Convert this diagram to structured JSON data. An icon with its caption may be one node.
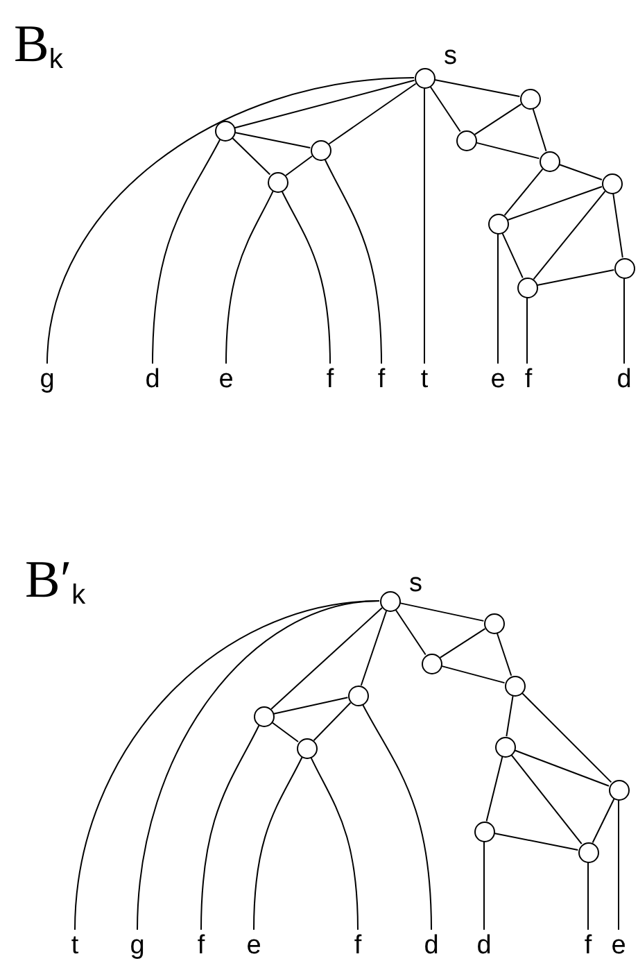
{
  "diagram": {
    "nodes": [
      {
        "text": [],
        "shape": "circle",
        "beside": [
          "s"
        ]
      },
      {
        "text": [],
        "shape": "circle"
      },
      {
        "text": [],
        "shape": "circle"
      },
      {
        "text": [],
        "shape": "circle"
      },
      {
        "text": [],
        "shape": "circle"
      },
      {
        "text": [],
        "shape": "circle"
      },
      {
        "text": [],
        "shape": "circle"
      },
      {
        "text": [],
        "shape": "circle"
      },
      {
        "text": [],
        "shape": "circle"
      },
      {
        "text": [],
        "shape": "circle"
      },
      {
        "text": [],
        "shape": "circle"
      },
      {
        "text": [
          "g"
        ]
      },
      {
        "text": [
          "d"
        ]
      },
      {
        "text": [
          "e"
        ]
      },
      {
        "text": [
          "f"
        ]
      },
      {
        "text": [
          "f"
        ]
      },
      {
        "text": [
          "t"
        ]
      },
      {
        "text": [
          "e"
        ]
      },
      {
        "text": [
          "f"
        ]
      },
      {
        "text": [
          "d"
        ]
      },
      {
        "text": [],
        "shape": "circle",
        "beside": [
          "s"
        ]
      },
      {
        "text": [],
        "shape": "circle"
      },
      {
        "text": [],
        "shape": "circle"
      },
      {
        "text": [],
        "shape": "circle"
      },
      {
        "text": [],
        "shape": "circle"
      },
      {
        "text": [],
        "shape": "circle"
      },
      {
        "text": [],
        "shape": "circle"
      },
      {
        "text": [],
        "shape": "circle"
      },
      {
        "text": [],
        "shape": "circle"
      },
      {
        "text": [],
        "shape": "circle"
      },
      {
        "text": [],
        "shape": "circle"
      },
      {
        "text": [
          "t"
        ]
      },
      {
        "text": [
          "g"
        ]
      },
      {
        "text": [
          "f"
        ]
      },
      {
        "text": [
          "e"
        ]
      },
      {
        "text": [
          "f"
        ]
      },
      {
        "text": [
          "d"
        ]
      },
      {
        "text": [
          "d"
        ]
      },
      {
        "text": [
          "f"
        ]
      },
      {
        "text": [
          "e"
        ]
      }
    ],
    "edges": [
      {
        "from": 0,
        "to": 1,
        "arrow": "none"
      },
      {
        "from": 0,
        "to": 2,
        "arrow": "none"
      },
      {
        "from": 1,
        "to": 2,
        "arrow": "none"
      },
      {
        "from": 1,
        "to": 3,
        "arrow": "none"
      },
      {
        "from": 3,
        "to": 2,
        "arrow": "none"
      },
      {
        "from": 0,
        "to": 4,
        "arrow": "none"
      },
      {
        "from": 0,
        "to": 5,
        "arrow": "none"
      },
      {
        "from": 5,
        "to": 4,
        "arrow": "none"
      },
      {
        "from": 4,
        "to": 6,
        "arrow": "none"
      },
      {
        "from": 5,
        "to": 6,
        "arrow": "none"
      },
      {
        "from": 6,
        "to": 7,
        "arrow": "none"
      },
      {
        "from": 6,
        "to": 8,
        "arrow": "none"
      },
      {
        "from": 8,
        "to": 7,
        "arrow": "none"
      },
      {
        "from": 7,
        "to": 9,
        "arrow": "none"
      },
      {
        "from": 8,
        "to": 9,
        "arrow": "none"
      },
      {
        "from": 7,
        "to": 10,
        "arrow": "none"
      },
      {
        "from": 9,
        "to": 10,
        "arrow": "none"
      },
      {
        "from": 0,
        "to": 11,
        "arrow": "none"
      },
      {
        "from": 1,
        "to": 12,
        "arrow": "none"
      },
      {
        "from": 3,
        "to": 13,
        "arrow": "none"
      },
      {
        "from": 3,
        "to": 14,
        "arrow": "none"
      },
      {
        "from": 2,
        "to": 15,
        "arrow": "none"
      },
      {
        "from": 0,
        "to": 16,
        "arrow": "none"
      },
      {
        "from": 8,
        "to": 17,
        "arrow": "none"
      },
      {
        "from": 9,
        "to": 18,
        "arrow": "none"
      },
      {
        "from": 10,
        "to": 19,
        "arrow": "none"
      },
      {
        "from": 20,
        "to": 21,
        "arrow": "none"
      },
      {
        "from": 20,
        "to": 22,
        "arrow": "none"
      },
      {
        "from": 22,
        "to": 21,
        "arrow": "none"
      },
      {
        "from": 21,
        "to": 23,
        "arrow": "none"
      },
      {
        "from": 22,
        "to": 23,
        "arrow": "none"
      },
      {
        "from": 23,
        "to": 26,
        "arrow": "none"
      },
      {
        "from": 23,
        "to": 28,
        "arrow": "none"
      },
      {
        "from": 26,
        "to": 28,
        "arrow": "none"
      },
      {
        "from": 26,
        "to": 29,
        "arrow": "none"
      },
      {
        "from": 26,
        "to": 30,
        "arrow": "none"
      },
      {
        "from": 29,
        "to": 30,
        "arrow": "none"
      },
      {
        "from": 30,
        "to": 28,
        "arrow": "none"
      },
      {
        "from": 20,
        "to": 25,
        "arrow": "none"
      },
      {
        "from": 20,
        "to": 24,
        "arrow": "none"
      },
      {
        "from": 25,
        "to": 24,
        "arrow": "none"
      },
      {
        "from": 25,
        "to": 27,
        "arrow": "none"
      },
      {
        "from": 27,
        "to": 24,
        "arrow": "none"
      },
      {
        "from": 20,
        "to": 31,
        "arrow": "none"
      },
      {
        "from": 20,
        "to": 32,
        "arrow": "none"
      },
      {
        "from": 25,
        "to": 33,
        "arrow": "none"
      },
      {
        "from": 27,
        "to": 34,
        "arrow": "none"
      },
      {
        "from": 27,
        "to": 35,
        "arrow": "none"
      },
      {
        "from": 24,
        "to": 36,
        "arrow": "none"
      },
      {
        "from": 29,
        "to": 37,
        "arrow": "none"
      },
      {
        "from": 30,
        "to": 38,
        "arrow": "none"
      },
      {
        "from": 28,
        "to": 39,
        "arrow": "none"
      }
    ],
    "labels": [
      "B$_{k}$",
      "B′$_{k}$"
    ]
  }
}
